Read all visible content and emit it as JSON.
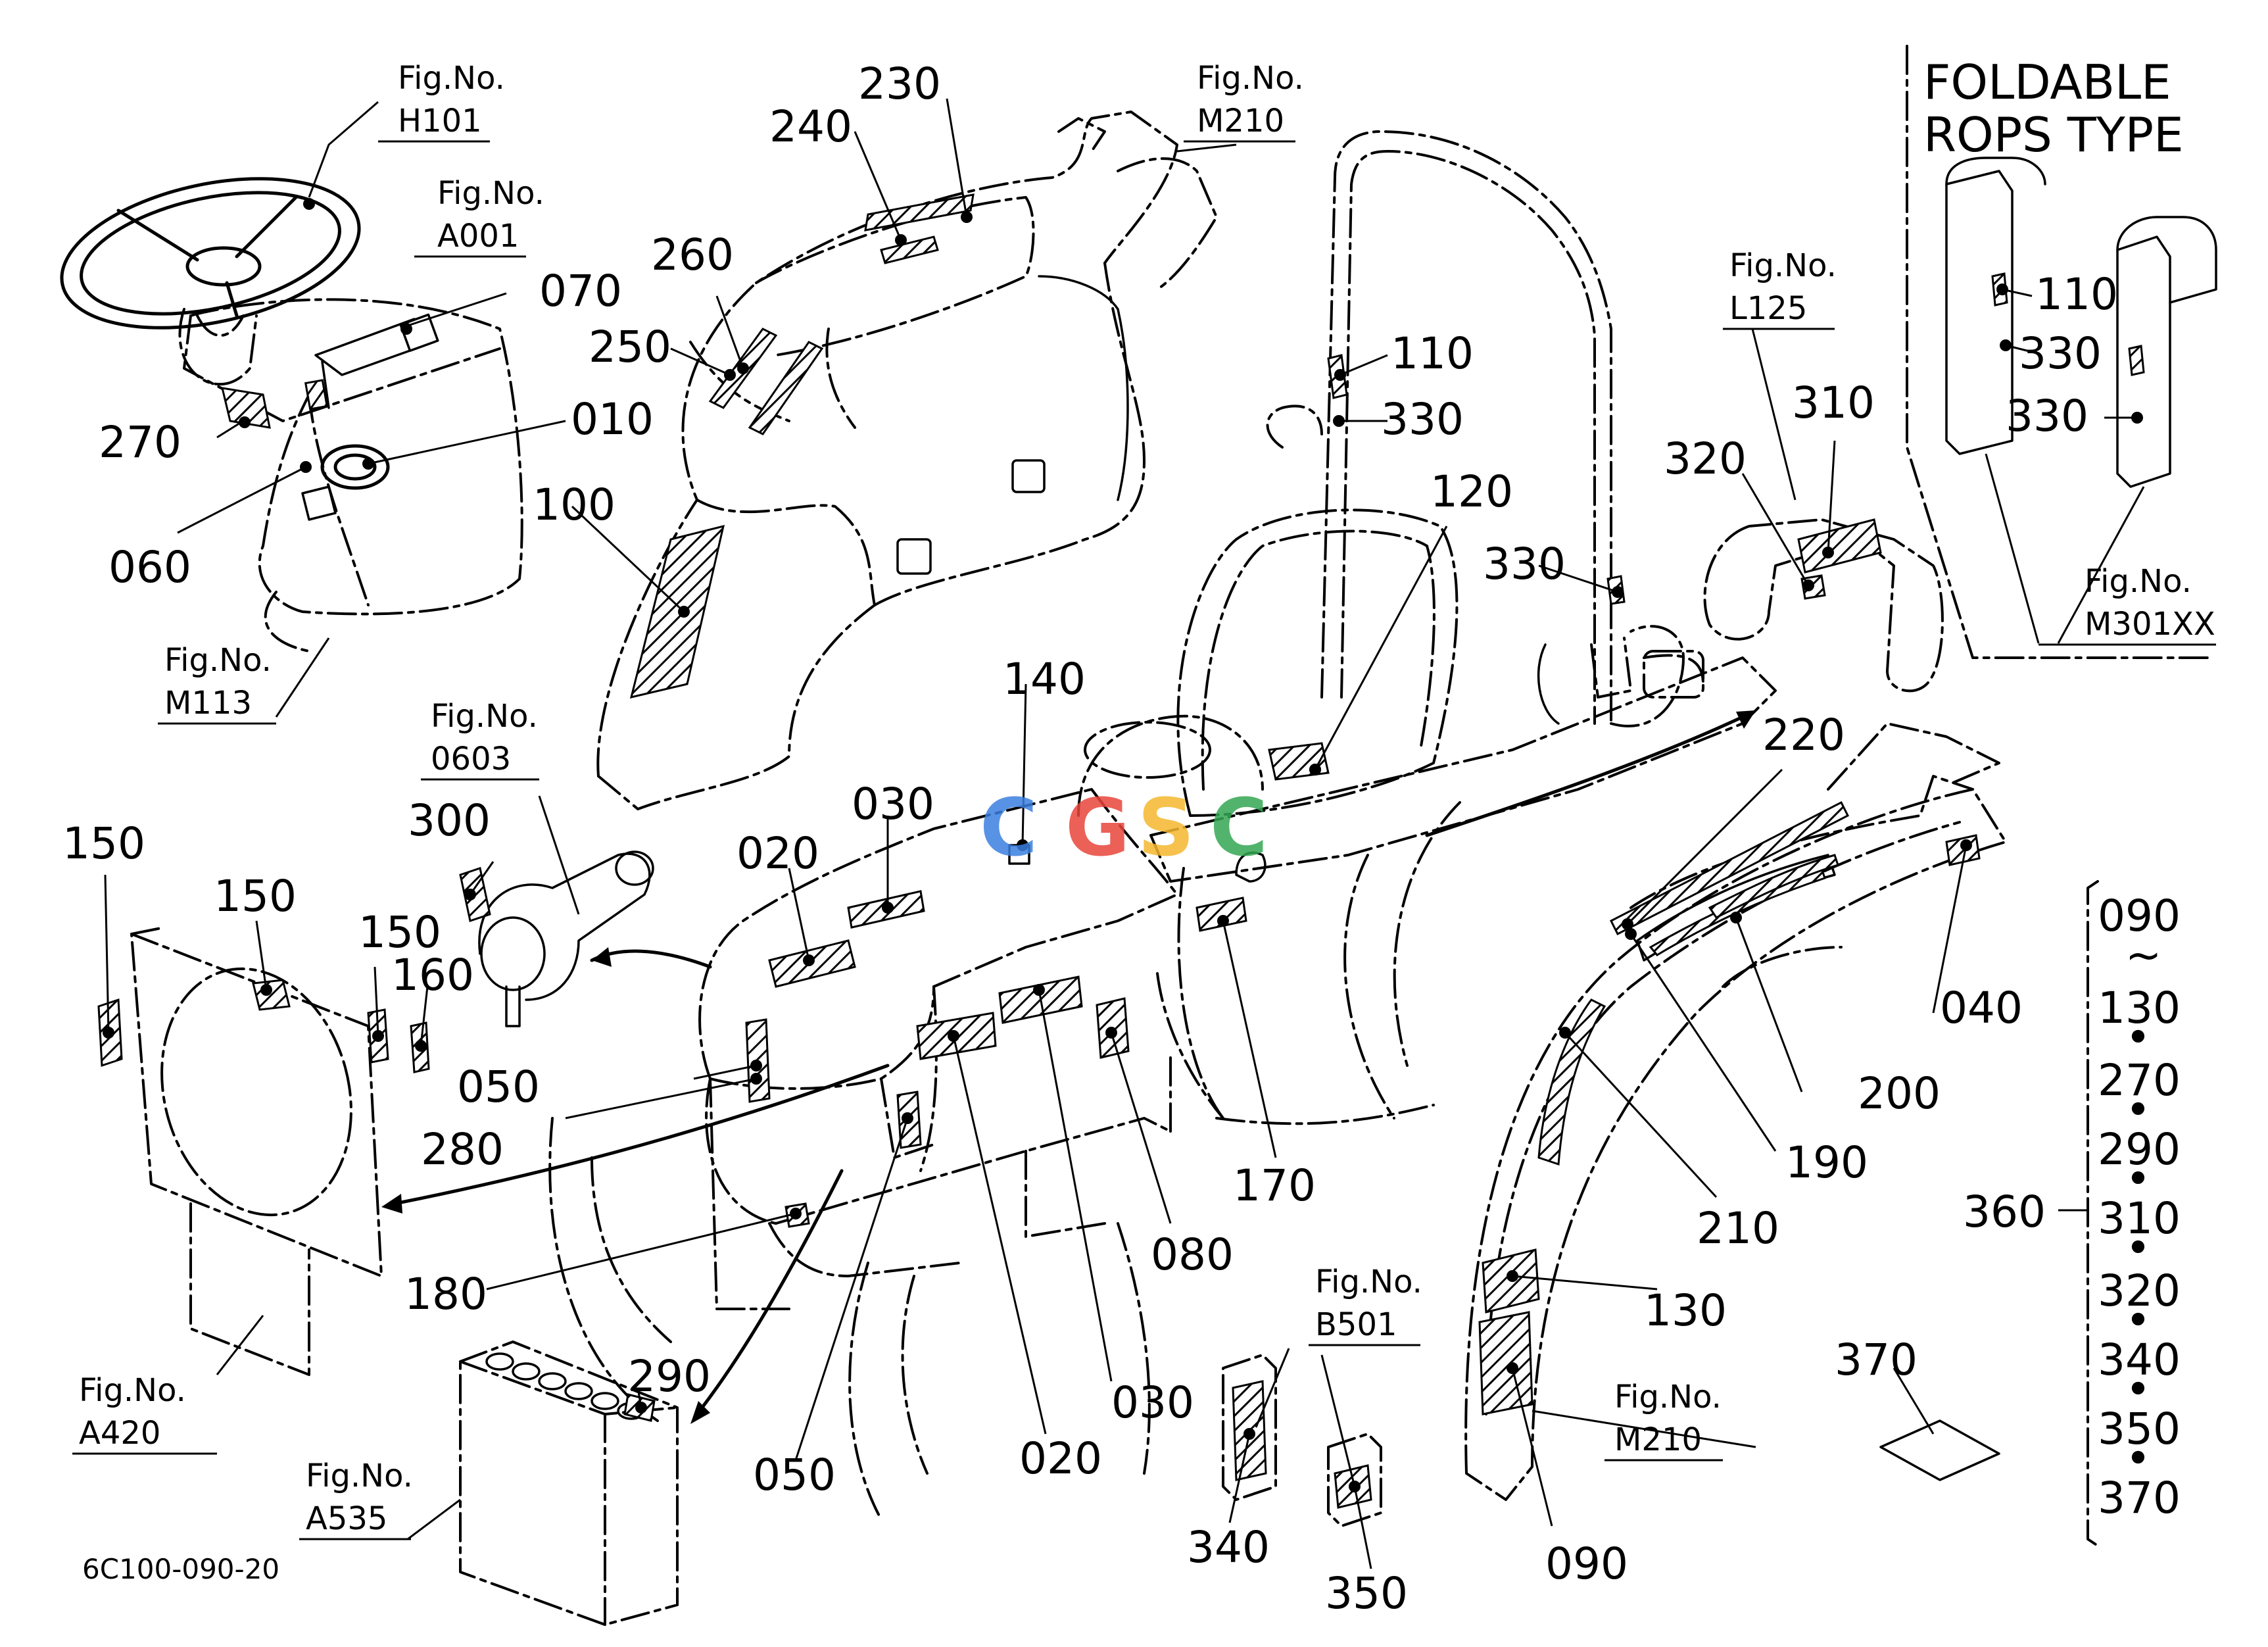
{
  "drawing_code": "6C100-090-20",
  "foldable_rops": {
    "line1": "FOLDABLE",
    "line2": "ROPS TYPE"
  },
  "watermark": {
    "letters": [
      "C",
      "G",
      "S",
      "C"
    ],
    "colors": [
      "#3b7fe0",
      "#e8463c",
      "#f5b82e",
      "#35a853"
    ]
  },
  "fig_refs": [
    {
      "title": "Fig.No.",
      "code": "H101"
    },
    {
      "title": "Fig.No.",
      "code": "A001"
    },
    {
      "title": "Fig.No.",
      "code": "M113"
    },
    {
      "title": "Fig.No.",
      "code": "M210"
    },
    {
      "title": "Fig.No.",
      "code": "L125"
    },
    {
      "title": "Fig.No.",
      "code": "M301XX"
    },
    {
      "title": "Fig.No.",
      "code": "0603"
    },
    {
      "title": "Fig.No.",
      "code": "A420"
    },
    {
      "title": "Fig.No.",
      "code": "A535"
    },
    {
      "title": "Fig.No.",
      "code": "B501"
    },
    {
      "title": "Fig.No.",
      "code": "M210"
    }
  ],
  "callouts": [
    "010",
    "020",
    "020",
    "030",
    "030",
    "040",
    "050",
    "050",
    "060",
    "070",
    "080",
    "090",
    "100",
    "110",
    "110",
    "120",
    "130",
    "140",
    "150",
    "150",
    "150",
    "160",
    "170",
    "180",
    "190",
    "200",
    "210",
    "220",
    "230",
    "240",
    "250",
    "260",
    "270",
    "280",
    "290",
    "300",
    "310",
    "320",
    "330",
    "330",
    "330",
    "330",
    "340",
    "350",
    "360",
    "370"
  ],
  "group_list": [
    "090",
    "~",
    "130",
    "•",
    "270",
    "•",
    "290",
    "•",
    "310",
    "•",
    "320",
    "•",
    "340",
    "•",
    "350",
    "•",
    "370"
  ]
}
